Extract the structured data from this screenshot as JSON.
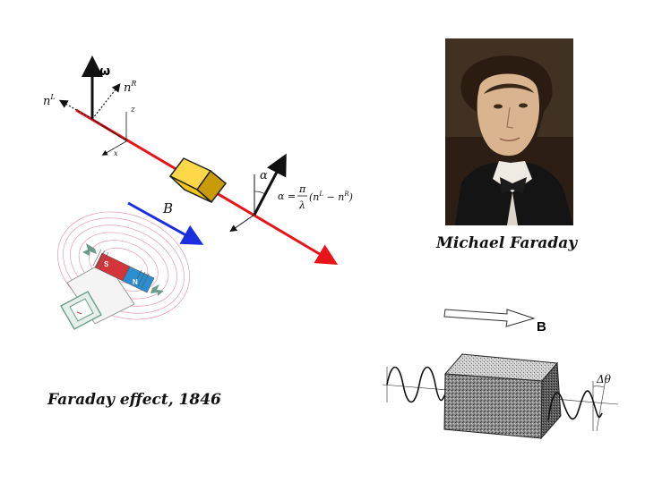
{
  "labels": {
    "omega": "ω",
    "n_left": "n",
    "n_left_sup": "L",
    "n_right": "n",
    "n_right_sup": "R",
    "axis_z": "z",
    "axis_x": "x",
    "alpha": "α",
    "field_B": "B",
    "magnet_s": "S",
    "magnet_n": "N",
    "formula_lhs": "α =",
    "formula_pi": "π",
    "formula_lambda": "λ",
    "formula_paren": "(n",
    "formula_sup_l": "L",
    "formula_minus": " − n",
    "formula_sup_r": "R",
    "formula_close": ")",
    "b_right": "B",
    "delta_theta": "Δθ"
  },
  "captions": {
    "portrait": "Michael Faraday",
    "effect": "Faraday effect, 1846"
  },
  "colors": {
    "beam": "#e8141a",
    "field_arrow": "#1a2ee0",
    "crystal_front": "#f5c518",
    "crystal_side": "#c99a0a",
    "crystal_top": "#ffd84a",
    "magnet_red": "#d4353a",
    "magnet_blue": "#2a8fd0",
    "field_lines": "#e39ab5",
    "arrow_green": "#6c9b8a"
  }
}
